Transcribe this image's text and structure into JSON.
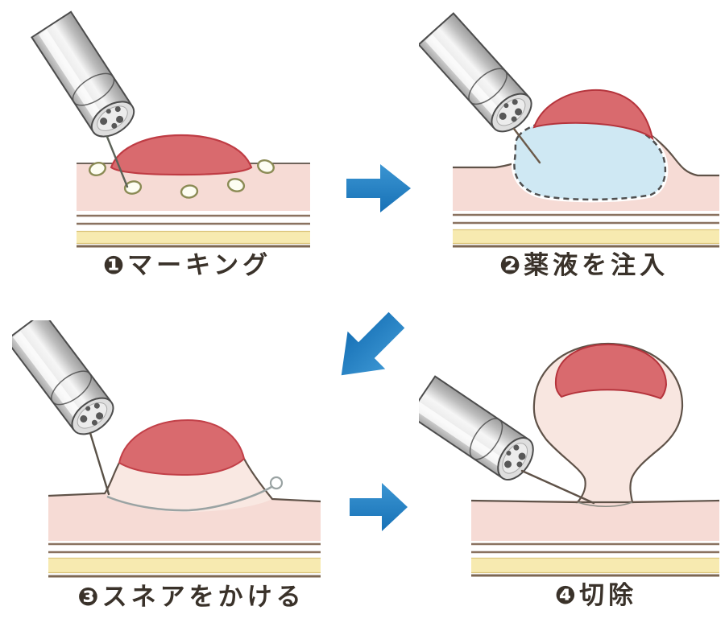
{
  "figure": {
    "type": "medical-procedure-step-diagram",
    "step_count": 4
  },
  "steps": [
    {
      "number_glyph": "❶",
      "label": "マーキング"
    },
    {
      "number_glyph": "❷",
      "label": "薬液を注入"
    },
    {
      "number_glyph": "❸",
      "label": "スネアをかける"
    },
    {
      "number_glyph": "❹",
      "label": "切除"
    }
  ],
  "arrows": [
    {
      "name": "arrow-step1-to-step2",
      "direction": "right"
    },
    {
      "name": "arrow-step2-to-step3",
      "direction": "down-left"
    },
    {
      "name": "arrow-step3-to-step4",
      "direction": "right"
    }
  ],
  "icons": [
    "endoscope-icon",
    "arrow-right-icon",
    "arrow-down-left-icon"
  ],
  "colors": {
    "background": "#ffffff",
    "arrow_blue": "#1e7fc6",
    "lesion_red": "#d96a6e",
    "lesion_outline_red": "#bf3c44",
    "mucosa_pink": "#f6dbd5",
    "mound_pale_pink": "#f9e8e2",
    "saline_blue": "#cfe8f3",
    "saline_dash_outline": "#4f4f4f",
    "submucosa_yellow": "#f7eab0",
    "wall_line_brown": "#8a7260",
    "surface_line": "#6e635a",
    "marking_dot_fill": "#fdfdf2",
    "marking_dot_outline": "#8b8b55",
    "snare_gray": "#9aa3a3",
    "endoscope_gray": "#c9c9c9",
    "caption_text": "#3a322a"
  }
}
